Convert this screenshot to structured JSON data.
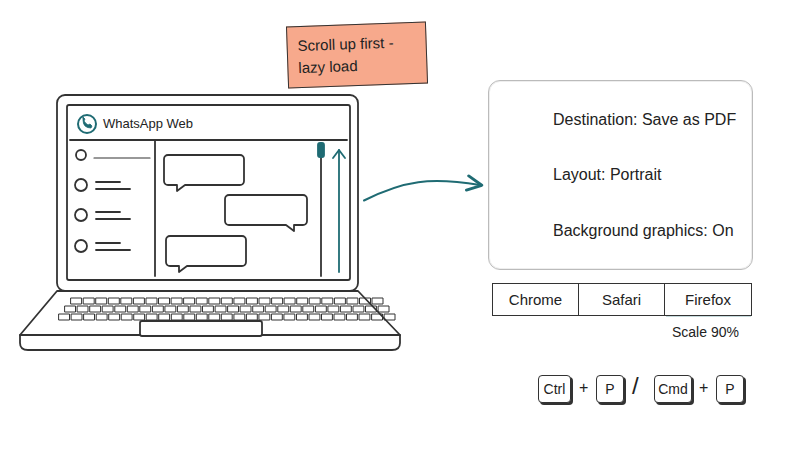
{
  "diagram": {
    "nodes": [
      {
        "text": [
          "Scroll up first - lazy load"
        ]
      },
      {
        "text": [
          "WhatsApp Web"
        ]
      },
      {
        "text": [
          "Destination: Save as PDF",
          "Layout: Portrait",
          "Background graphics: On"
        ]
      },
      {
        "text": [
          "Chrome"
        ]
      },
      {
        "text": [
          "Safari"
        ]
      },
      {
        "text": [
          "Firefox"
        ]
      },
      {
        "text": [
          "Ctrl"
        ]
      },
      {
        "text": [
          "P"
        ]
      },
      {
        "text": [
          "Cmd"
        ]
      },
      {
        "text": [
          "P"
        ]
      }
    ],
    "edges": [
      {
        "from": 1,
        "to": 2,
        "arrow": "to"
      }
    ],
    "labels": [
      "Scale 90%",
      "+",
      "/",
      "+"
    ]
  }
}
